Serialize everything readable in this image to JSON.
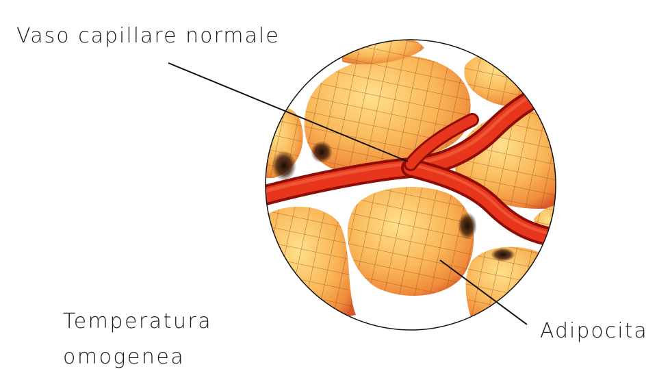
{
  "labels": {
    "capillary": "Vaso capillare normale",
    "temperature_line1": "Temperatura",
    "temperature_line2": "omogenea",
    "adipocyte": "Adipocita"
  },
  "colors": {
    "vessel_dark": "#b3140c",
    "vessel_light": "#e8361c",
    "cell_light": "#ffd27a",
    "cell_mid": "#f7a64a",
    "cell_edge": "#e4692b",
    "grid": "#9a4b1c",
    "shadow": "#1a0d08",
    "outline": "#111111"
  }
}
